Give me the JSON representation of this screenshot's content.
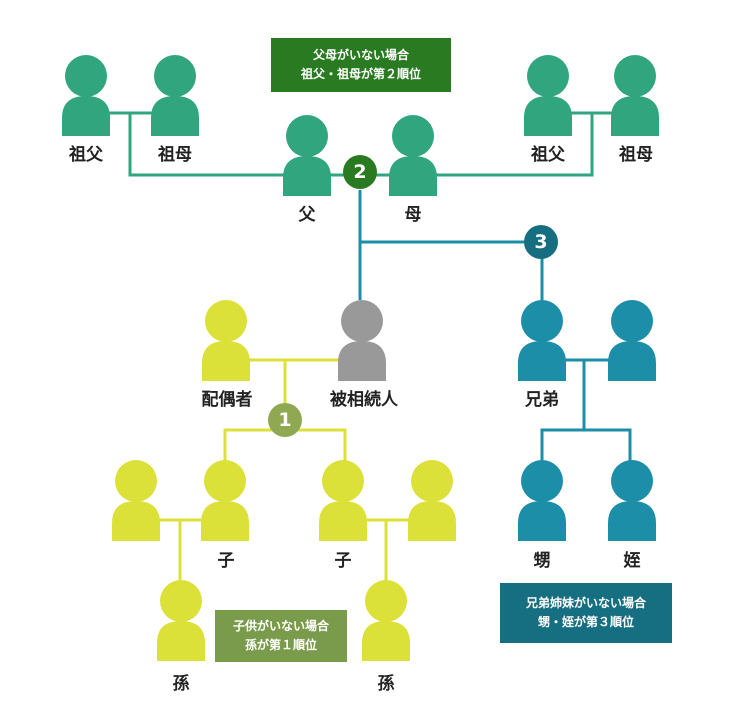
{
  "colors": {
    "green": "#30a57e",
    "green_dark": "#2a7a22",
    "teal": "#1c8ea8",
    "teal_dark": "#166f80",
    "gray": "#999999",
    "yellow": "#dce13a",
    "olive": "#8fa851",
    "olive_dark": "#7a9a4c"
  },
  "labels": {
    "grandfather_left": "祖父",
    "grandmother_left": "祖母",
    "grandfather_right": "祖父",
    "grandmother_right": "祖母",
    "father": "父",
    "mother": "母",
    "spouse": "配偶者",
    "deceased": "被相続人",
    "sibling": "兄弟",
    "child_left": "子",
    "child_right": "子",
    "grandchild_left": "孫",
    "grandchild_right": "孫",
    "nephew": "甥",
    "niece": "姪"
  },
  "badges": {
    "rank1": "1",
    "rank2": "2",
    "rank3": "3"
  },
  "notes": {
    "parents": {
      "line1": "父母がいない場合",
      "line2": "祖父・祖母が第２順位"
    },
    "children": {
      "line1": "子供がいない場合",
      "line2": "孫が第１順位"
    },
    "siblings": {
      "line1": "兄弟姉妹がいない場合",
      "line2": "甥・姪が第３順位"
    }
  }
}
